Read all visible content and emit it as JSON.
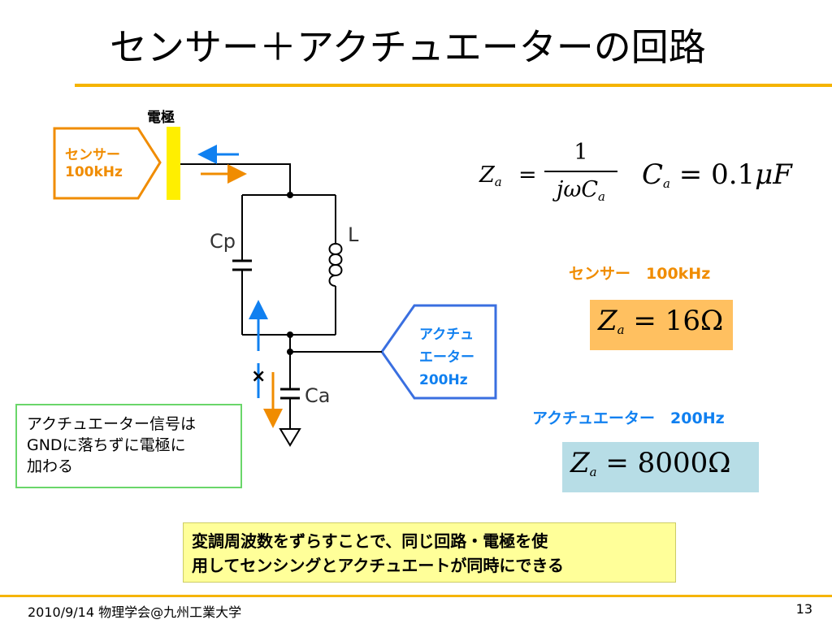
{
  "slide": {
    "title": "センサー＋アクチュエーターの回路",
    "footer": "2010/9/14 物理学会@九州工業大学",
    "page_number": "13"
  },
  "diagram": {
    "electrode_label": "電極",
    "sensor_callout": [
      "センサー",
      "100kHz"
    ],
    "actuator_callout": [
      "アクチュ",
      "エーター",
      "200Hz"
    ],
    "components": {
      "cp": "Cp",
      "l": "L",
      "ca": "Ca"
    },
    "block_mark": "×",
    "colors": {
      "electrode": "#ffef00",
      "sensor": "#f08c00",
      "actuator": "#1080f0",
      "note_border": "#6ad66a"
    }
  },
  "formulas": {
    "impedance": {
      "lhs": "Z",
      "lhs_sub": "a",
      "eq": "=",
      "numerator": "1",
      "den_j": "jω",
      "den_c": "C",
      "den_sub": "a"
    },
    "capacitance": {
      "lhs": "C",
      "lhs_sub": "a",
      "rhs": "= 0.1",
      "unit_mu": "μ",
      "unit_f": "F"
    }
  },
  "sensor": {
    "label": "センサー　100kHz",
    "value": {
      "lhs": "Z",
      "sub": "a",
      "rhs": "= 16Ω"
    }
  },
  "actuator": {
    "label": "アクチュエーター　200Hz",
    "value": {
      "lhs": "Z",
      "sub": "a",
      "rhs": "= 8000Ω"
    }
  },
  "note": {
    "lines": [
      "アクチュエーター信号は",
      "GNDに落ちずに電極に",
      "加わる"
    ]
  },
  "summary": {
    "lines": [
      "変調周波数をずらすことで、同じ回路・電極を使",
      "用してセンシングとアクチュエートが同時にできる"
    ]
  }
}
